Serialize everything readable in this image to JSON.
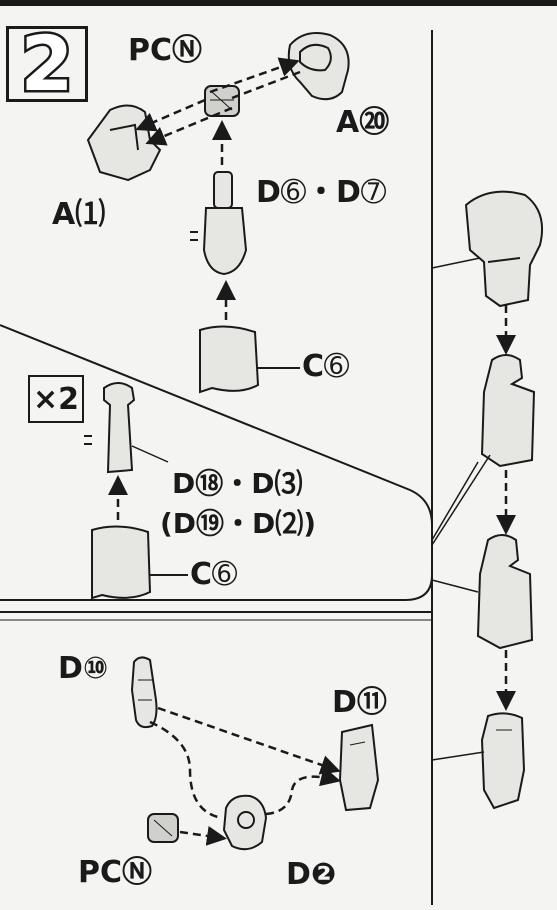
{
  "step": {
    "number": "2",
    "multiplier": "×2"
  },
  "labels": {
    "pc_top": "PCⓃ",
    "a20": "A⑳",
    "a21": "A⑴",
    "d6_d7": "D➅・D➆",
    "c6_upper": "C➅",
    "d18_d23": "D⑱・D⑶",
    "d19_d22": "(D⑲・D⑵)",
    "c6_lower": "C➅",
    "d10": "D⑩",
    "d11": "D⑪",
    "pc_bottom": "PCⓃ",
    "d2": "D❷"
  },
  "colors": {
    "ink": "#1a1a1a",
    "paper": "#f4f4f2",
    "part": "#e6e6e2"
  }
}
